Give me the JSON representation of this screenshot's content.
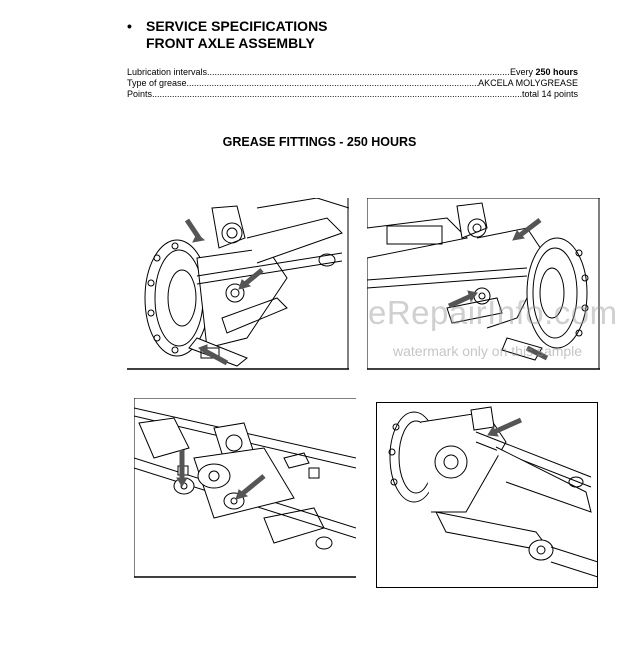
{
  "heading": {
    "bullet": "•",
    "line1": "SERVICE SPECIFICATIONS",
    "line2": "FRONT AXLE ASSEMBLY"
  },
  "specs": [
    {
      "label": "Lubrication intervals ",
      "value_prefix": "Every ",
      "value_bold": "250 hours"
    },
    {
      "label": "Type of grease",
      "value_prefix": "AKCELA MOLYGREASE",
      "value_bold": ""
    },
    {
      "label": "Points ",
      "value_prefix": "total 14 points",
      "value_bold": ""
    }
  ],
  "section_title": "GREASE FITTINGS - 250 HOURS",
  "watermark": {
    "brand": "eRepairInfo.com",
    "note": "watermark only on this sample"
  },
  "icons": {
    "pointer_arrow": "callout-arrow-icon"
  }
}
